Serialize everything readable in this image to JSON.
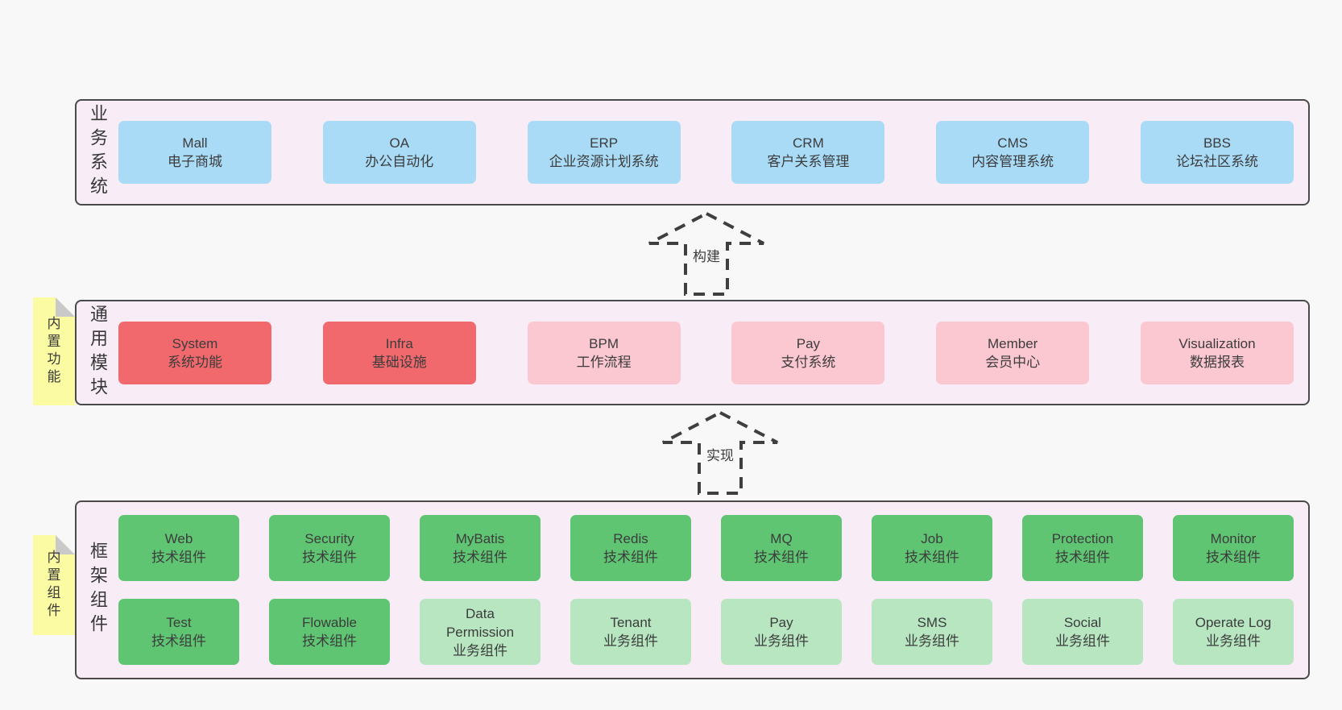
{
  "colors": {
    "page_bg": "#f8f8f8",
    "panel_bg": "#f8edf6",
    "panel_border": "#4a4a4a",
    "blue": "#a9dbf6",
    "red": "#f2696d",
    "pink": "#fbc8d2",
    "green": "#5fc573",
    "light_green": "#b7e6c1",
    "sticky_yellow": "#fbfba3",
    "sticky_fold": "#c9c9c9",
    "text": "#3c3c3c"
  },
  "business": {
    "label": "业务系统",
    "boxes": [
      {
        "name": "Mall",
        "desc": "电子商城",
        "variant": "blue"
      },
      {
        "name": "OA",
        "desc": "办公自动化",
        "variant": "blue"
      },
      {
        "name": "ERP",
        "desc": "企业资源计划系统",
        "variant": "blue"
      },
      {
        "name": "CRM",
        "desc": "客户关系管理",
        "variant": "blue"
      },
      {
        "name": "CMS",
        "desc": "内容管理系统",
        "variant": "blue"
      },
      {
        "name": "BBS",
        "desc": "论坛社区系统",
        "variant": "blue"
      }
    ]
  },
  "arrow_build": {
    "label": "构建"
  },
  "arrow_implement": {
    "label": "实现"
  },
  "modules": {
    "label": "通用模块",
    "sticky": "内置功能",
    "boxes": [
      {
        "name": "System",
        "desc": "系统功能",
        "variant": "red"
      },
      {
        "name": "Infra",
        "desc": "基础设施",
        "variant": "red"
      },
      {
        "name": "BPM",
        "desc": "工作流程",
        "variant": "pink"
      },
      {
        "name": "Pay",
        "desc": "支付系统",
        "variant": "pink"
      },
      {
        "name": "Member",
        "desc": "会员中心",
        "variant": "pink"
      },
      {
        "name": "Visualization",
        "desc": "数据报表",
        "variant": "pink"
      }
    ]
  },
  "components": {
    "label": "框架组件",
    "sticky": "内置组件",
    "row1": [
      {
        "name": "Web",
        "desc": "技术组件",
        "variant": "green"
      },
      {
        "name": "Security",
        "desc": "技术组件",
        "variant": "green"
      },
      {
        "name": "MyBatis",
        "desc": "技术组件",
        "variant": "green"
      },
      {
        "name": "Redis",
        "desc": "技术组件",
        "variant": "green"
      },
      {
        "name": "MQ",
        "desc": "技术组件",
        "variant": "green"
      },
      {
        "name": "Job",
        "desc": "技术组件",
        "variant": "green"
      },
      {
        "name": "Protection",
        "desc": "技术组件",
        "variant": "green"
      },
      {
        "name": "Monitor",
        "desc": "技术组件",
        "variant": "green"
      }
    ],
    "row2": [
      {
        "name": "Test",
        "desc": "技术组件",
        "variant": "green"
      },
      {
        "name": "Flowable",
        "desc": "技术组件",
        "variant": "green"
      },
      {
        "name": "Data Permission",
        "desc": "业务组件",
        "variant": "lightgreen"
      },
      {
        "name": "Tenant",
        "desc": "业务组件",
        "variant": "lightgreen"
      },
      {
        "name": "Pay",
        "desc": "业务组件",
        "variant": "lightgreen"
      },
      {
        "name": "SMS",
        "desc": "业务组件",
        "variant": "lightgreen"
      },
      {
        "name": "Social",
        "desc": "业务组件",
        "variant": "lightgreen"
      },
      {
        "name": "Operate Log",
        "desc": "业务组件",
        "variant": "lightgreen"
      }
    ]
  }
}
